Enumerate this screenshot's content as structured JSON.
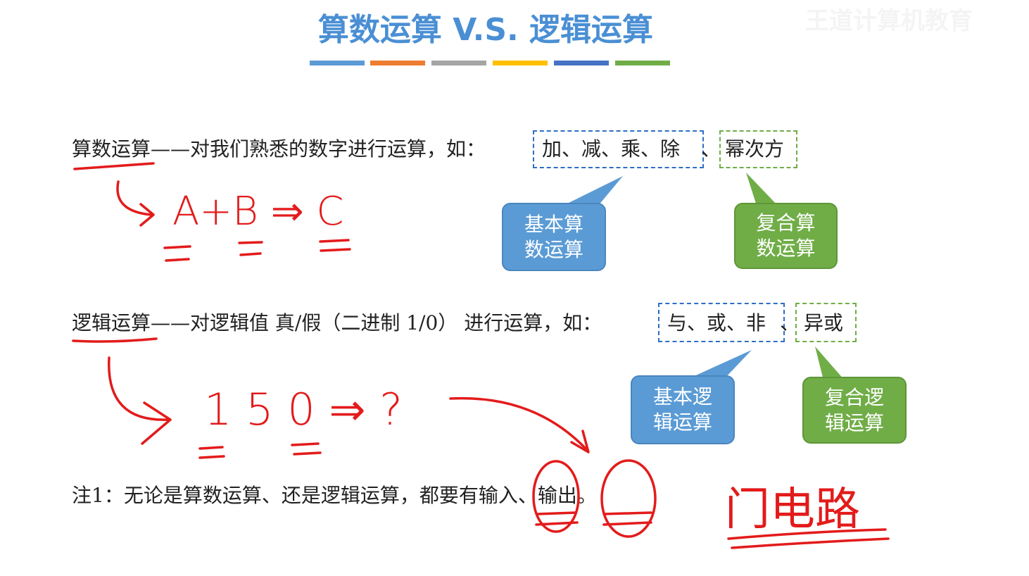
{
  "title": "算数运算  V.S. 逻辑运算",
  "watermark": "王道计算机教育",
  "accent_colors": [
    "#5b9bd5",
    "#ed7d31",
    "#a5a5a5",
    "#ffc000",
    "#4472c4",
    "#70ad47"
  ],
  "arith": {
    "line": "算数运算——对我们熟悉的数字进行运算，如：",
    "basic_ops": "加、减、乘、除",
    "sep": "、",
    "complex_ops": "幂次方",
    "basic_callout": [
      "基本算",
      "数运算"
    ],
    "complex_callout": [
      "复合算",
      "数运算"
    ]
  },
  "logic": {
    "line": "逻辑运算——对逻辑值 真/假（二进制 1/0） 进行运算，如：",
    "basic_ops": "与、或、非",
    "sep": "、",
    "complex_ops": "异或",
    "basic_callout": [
      "基本逻",
      "辑运算"
    ],
    "complex_callout": [
      "复合逻",
      "辑运算"
    ]
  },
  "note": "注1：无论是算数运算、还是逻辑运算，都要有输入、输出。",
  "handwriting": {
    "arith_example": "A+B ⇒ C",
    "logic_example": "1 5 0 ⇒ ?",
    "circuit": "门电路"
  }
}
